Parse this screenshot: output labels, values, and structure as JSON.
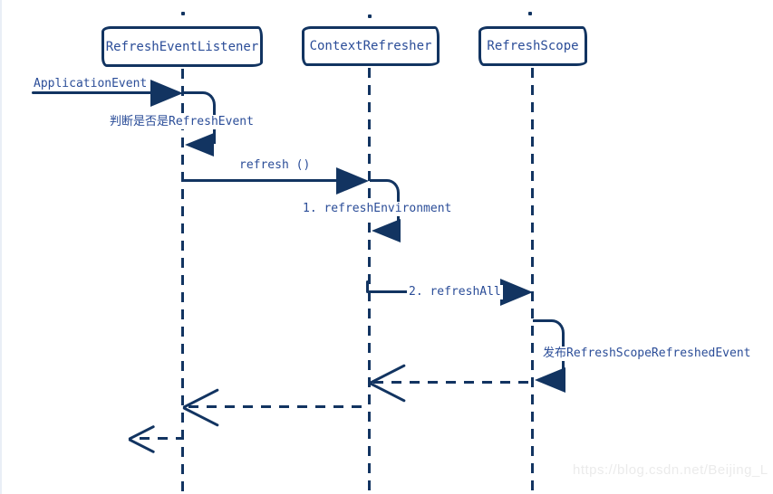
{
  "diagram_type": "uml-sequence-diagram",
  "actors": [
    {
      "label": "RefreshEventListener"
    },
    {
      "label": "ContextRefresher"
    },
    {
      "label": "RefreshScope"
    }
  ],
  "messages": {
    "application_event": "ApplicationEvent",
    "judge_refresh_event": "判断是否是RefreshEvent",
    "refresh_call": "refresh ()",
    "refresh_environment": "1. refreshEnvironment",
    "refresh_all": "2. refreshAll",
    "publish_refreshed_event": "发布RefreshScopeRefreshedEvent"
  },
  "watermark": "https://blog.csdn.net/Beijing_L",
  "colors": {
    "line": "#123461",
    "text": "#2b4d98",
    "watermark": "#ebebeb",
    "background": "#ffffff"
  }
}
